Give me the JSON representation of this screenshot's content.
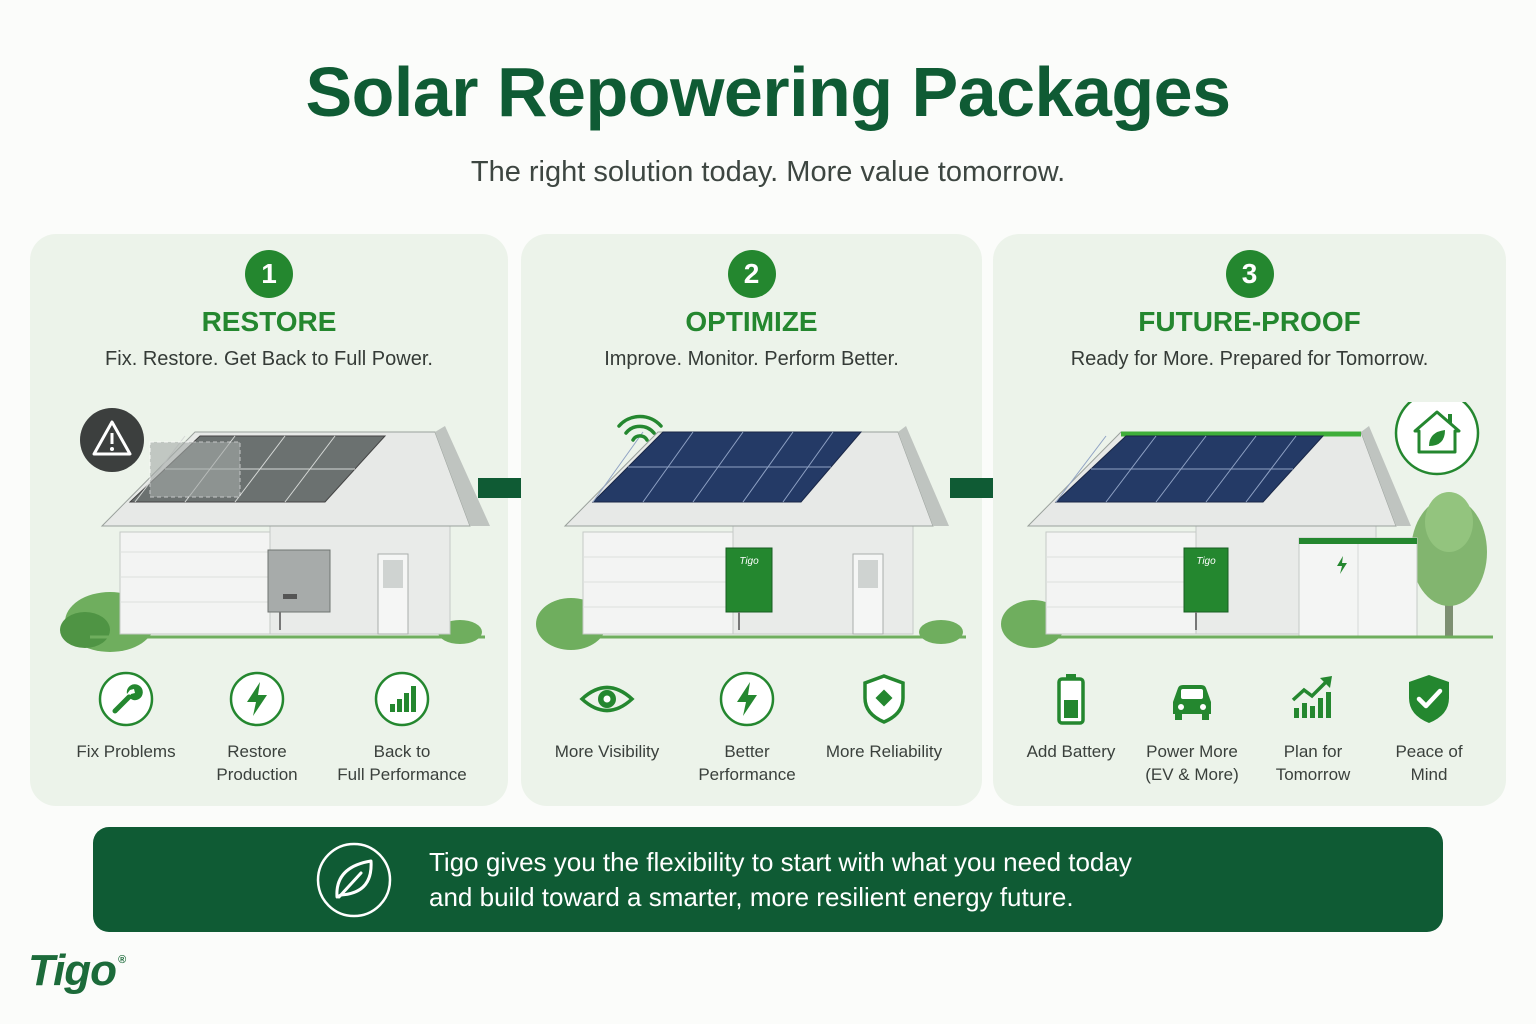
{
  "header": {
    "title": "Solar Repowering Packages",
    "subtitle": "The right solution today. More value tomorrow."
  },
  "packages": [
    {
      "number": "1",
      "title": "RESTORE",
      "description": "Fix. Restore. Get Back to Full Power.",
      "inverter_label": "",
      "features": [
        {
          "line1": "Fix Problems",
          "line2": "",
          "icon": "wrench-icon"
        },
        {
          "line1": "Restore",
          "line2": "Production",
          "icon": "lightning-icon"
        },
        {
          "line1": "Back to",
          "line2": "Full Performance",
          "icon": "bar-chart-icon"
        }
      ]
    },
    {
      "number": "2",
      "title": "OPTIMIZE",
      "description": "Improve. Monitor. Perform Better.",
      "inverter_label": "Tigo",
      "features": [
        {
          "line1": "More Visibility",
          "line2": "",
          "icon": "eye-icon"
        },
        {
          "line1": "Better",
          "line2": "Performance",
          "icon": "lightning-icon"
        },
        {
          "line1": "More Reliability",
          "line2": "",
          "icon": "shield-icon"
        }
      ]
    },
    {
      "number": "3",
      "title": "FUTURE-PROOF",
      "description": "Ready for More. Prepared for Tomorrow.",
      "inverter_label": "Tigo",
      "features": [
        {
          "line1": "Add Battery",
          "line2": "",
          "icon": "battery-icon"
        },
        {
          "line1": "Power More",
          "line2": "(EV & More)",
          "icon": "car-icon"
        },
        {
          "line1": "Plan for",
          "line2": "Tomorrow",
          "icon": "growth-chart-icon"
        },
        {
          "line1": "Peace of",
          "line2": "Mind",
          "icon": "check-shield-icon"
        }
      ]
    }
  ],
  "banner": {
    "line1": "Tigo gives you the flexibility to start with what you need today",
    "line2": "and build toward a smarter, more resilient energy future.",
    "icon": "leaf-icon"
  },
  "brand": {
    "name": "Tigo",
    "mark": "®"
  },
  "colors": {
    "dark_green": "#0f5b34",
    "accent_green": "#24872f",
    "panel_bg": "#ecf3ea",
    "solar_blue": "#243a66"
  }
}
